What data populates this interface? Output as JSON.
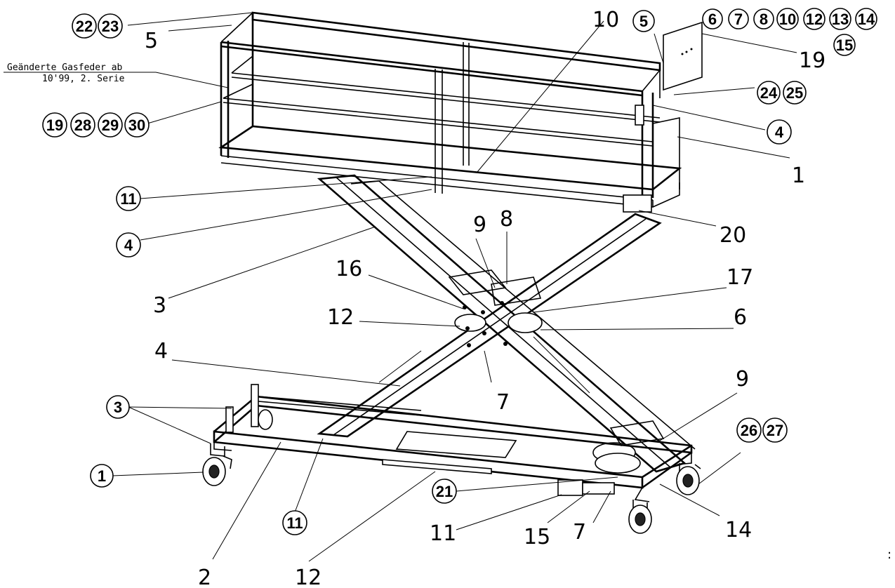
{
  "note": {
    "line1": "Geänderte Gasfeder ab",
    "line2": "10'99, 2. Serie"
  },
  "labels": {
    "plain": {
      "top_5": "5",
      "top_10": "10",
      "right_19": "19",
      "right_1": "1",
      "right_20": "20",
      "mid_9": "9",
      "mid_8": "8",
      "left_16": "16",
      "right_17": "17",
      "left_12": "12",
      "right_6": "6",
      "left_3": "3",
      "left_4": "4",
      "mid_7": "7",
      "right_9": "9",
      "bottom_2": "2",
      "bottom_12": "12",
      "bottom_11": "11",
      "bottom_15": "15",
      "bottom_7": "7",
      "bottom_14": "14",
      "edge_tick": ":"
    },
    "circled": {
      "c22": "22",
      "c23": "23",
      "c5": "5",
      "c6": "6",
      "c7": "7",
      "c8": "8",
      "c10": "10",
      "c12": "12",
      "c13": "13",
      "c14": "14",
      "c15": "15",
      "c24": "24",
      "c25": "25",
      "c19": "19",
      "c28": "28",
      "c29": "29",
      "c30": "30",
      "c4_right": "4",
      "c11_left": "11",
      "c4_left": "4",
      "c3": "3",
      "c1": "1",
      "c26": "26",
      "c27": "27",
      "c21": "21",
      "c11_bottom": "11"
    }
  }
}
